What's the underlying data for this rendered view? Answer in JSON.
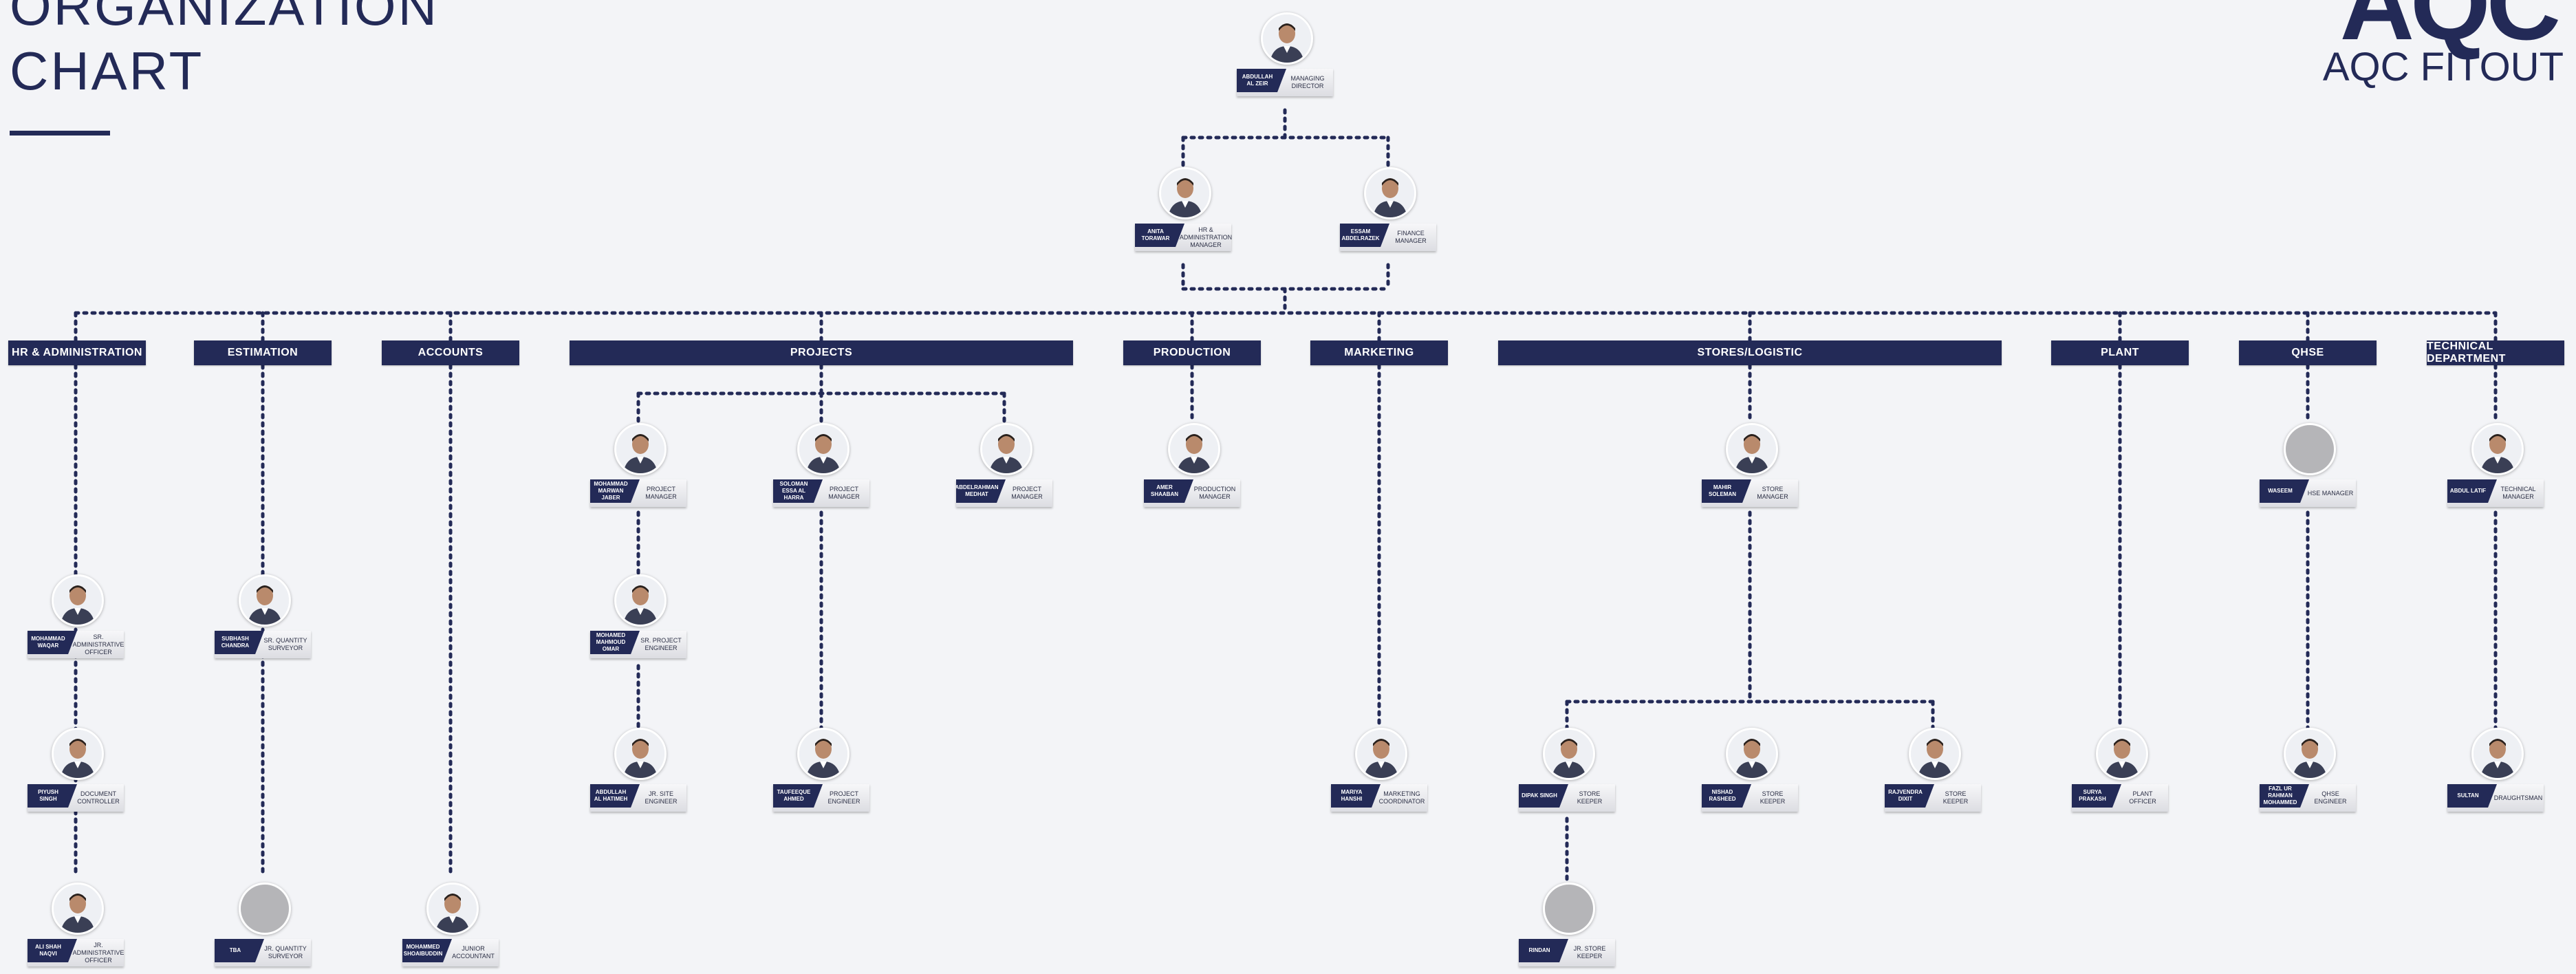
{
  "header": {
    "title_line1": "ORGANIZATION",
    "title_line2": "CHART",
    "logo_text": "AQC FITOUT",
    "logo_mark": "AQC"
  },
  "top": [
    {
      "id": "md",
      "name": "ABDULLAH AL ZEIR",
      "role": "MANAGING DIRECTOR",
      "photo": "photo"
    },
    {
      "id": "hr",
      "name": "ANITA TORAWAR",
      "role": "HR & ADMINISTRATION MANAGER",
      "photo": "photo"
    },
    {
      "id": "fin",
      "name": "ESSAM ABDELRAZEK",
      "role": "FINANCE MANAGER",
      "photo": "photo"
    }
  ],
  "departments": [
    {
      "label": "HR & ADMINISTRATION",
      "members": [
        {
          "name": "MOHAMMAD WAQAR",
          "role": "SR. ADMINISTRATIVE OFFICER",
          "photo": "photo"
        },
        {
          "name": "PIYUSH SINGH",
          "role": "DOCUMENT CONTROLLER",
          "photo": "photo"
        },
        {
          "name": "ALI SHAH NAQVI",
          "role": "JR. ADMINISTRATIVE OFFICER",
          "photo": "photo"
        }
      ]
    },
    {
      "label": "ESTIMATION",
      "members": [
        {
          "name": "SUBHASH CHANDRA",
          "role": "SR. QUANTITY SURVEYOR",
          "photo": "photo"
        },
        {
          "name": "TBA",
          "role": "JR. QUANTITY SURVEYOR",
          "photo": "placeholder"
        }
      ]
    },
    {
      "label": "ACCOUNTS",
      "members": [
        {
          "name": "MOHAMMED SHOAIBUDDIN",
          "role": "JUNIOR ACCOUNTANT",
          "photo": "photo"
        }
      ]
    },
    {
      "label": "PROJECTS",
      "members": [
        {
          "name": "MOHAMMAD MARWAN JABER",
          "role": "PROJECT MANAGER",
          "photo": "photo"
        },
        {
          "name": "SOLOMAN ESSA AL HARRA",
          "role": "PROJECT MANAGER",
          "photo": "photo"
        },
        {
          "name": "ABDELRAHMAN MEDHAT",
          "role": "PROJECT MANAGER",
          "photo": "photo"
        },
        {
          "name": "MOHAMED MAHMOUD OMAR",
          "role": "SR. PROJECT ENGINEER",
          "photo": "photo"
        },
        {
          "name": "ABDULLAH AL HATIMEH",
          "role": "JR. SITE ENGINEER",
          "photo": "photo"
        },
        {
          "name": "TAUFEEQUE AHMED",
          "role": "PROJECT ENGINEER",
          "photo": "photo"
        }
      ]
    },
    {
      "label": "PRODUCTION",
      "members": [
        {
          "name": "AMER SHAABAN",
          "role": "PRODUCTION MANAGER",
          "photo": "photo"
        }
      ]
    },
    {
      "label": "MARKETING",
      "members": [
        {
          "name": "MARIYA HANSHI",
          "role": "MARKETING COORDINATOR",
          "photo": "photo"
        }
      ]
    },
    {
      "label": "STORES/LOGISTIC",
      "members": [
        {
          "name": "MAHIR SOLEMAN",
          "role": "STORE MANAGER",
          "photo": "photo"
        },
        {
          "name": "DIPAK SINGH",
          "role": "STORE KEEPER",
          "photo": "photo"
        },
        {
          "name": "NISHAD RASHEED",
          "role": "STORE KEEPER",
          "photo": "photo"
        },
        {
          "name": "RAJVENDRA DIXIT",
          "role": "STORE KEEPER",
          "photo": "photo"
        },
        {
          "name": "RINDAN",
          "role": "JR. STORE KEEPER",
          "photo": "placeholder"
        }
      ]
    },
    {
      "label": "PLANT",
      "members": [
        {
          "name": "SURYA PRAKASH",
          "role": "PLANT OFFICER",
          "photo": "photo"
        }
      ]
    },
    {
      "label": "QHSE",
      "members": [
        {
          "name": "WASEEM",
          "role": "HSE MANAGER",
          "photo": "placeholder"
        },
        {
          "name": "FAZL UR RAHMAN MOHAMMED",
          "role": "QHSE ENGINEER",
          "photo": "photo"
        }
      ]
    },
    {
      "label": "TECHNICAL DEPARTMENT",
      "members": [
        {
          "name": "ABDUL LATIF",
          "role": "TECHNICAL MANAGER",
          "photo": "photo"
        },
        {
          "name": "SULTAN",
          "role": "DRAUGHTSMAN",
          "photo": "photo"
        }
      ]
    }
  ],
  "colors": {
    "navy": "#232a57",
    "background": "#f3f4f7",
    "placeholder": "#b5b5b8"
  }
}
